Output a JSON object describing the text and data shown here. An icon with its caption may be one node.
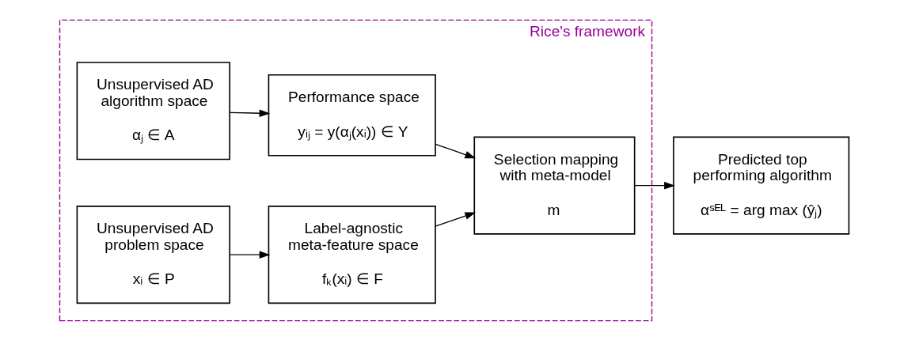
{
  "diagram": {
    "nodes": [
      {
        "text": [
          "Rice's framework"
        ]
      },
      {
        "text": [
          "Unsupervised AD algorithm space",
          "αⱼ ∈ A"
        ],
        "in": 0
      },
      {
        "text": [
          "Performance space",
          "yᵢⱼ = y(αⱼ(xᵢ)) ∈ Y"
        ],
        "in": 0
      },
      {
        "text": [
          "Selection mapping with meta-model",
          "m"
        ],
        "in": 0
      },
      {
        "text": [
          "Unsupervised AD problem space",
          "xᵢ ∈ P"
        ],
        "in": 0
      },
      {
        "text": [
          "Label-agnostic meta-feature space",
          "fₖ(xᵢ) ∈ F"
        ],
        "in": 0
      },
      {
        "text": [
          "Predicted top performing algorithm",
          "αˢᴱᴸ = arg max (ŷⱼ)"
        ]
      }
    ],
    "edges": [
      {
        "from": 1,
        "to": 2,
        "arrow": "to"
      },
      {
        "from": 4,
        "to": 5,
        "arrow": "to"
      },
      {
        "from": 2,
        "to": 3,
        "arrow": "to"
      },
      {
        "from": 5,
        "to": 3,
        "arrow": "to"
      },
      {
        "from": 3,
        "to": 6,
        "arrow": "to"
      }
    ]
  }
}
